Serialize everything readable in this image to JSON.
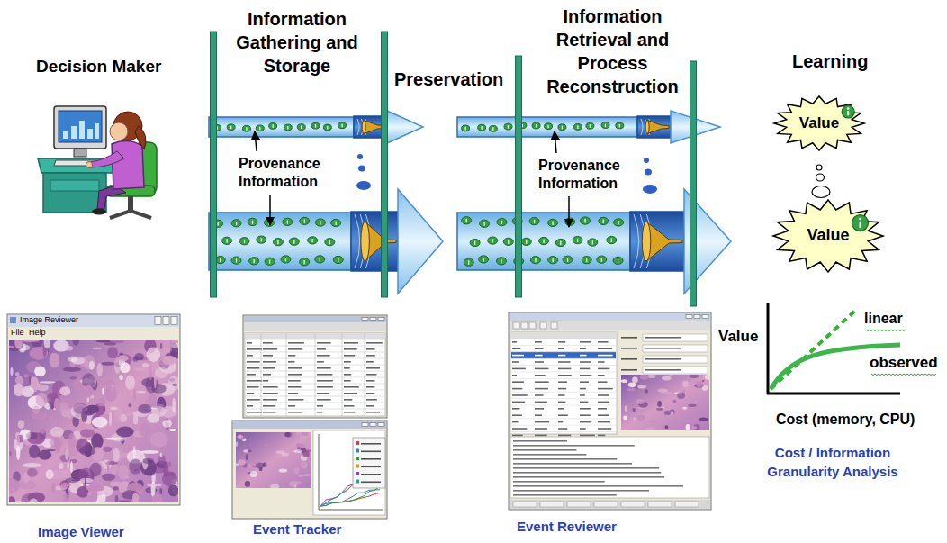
{
  "diagram": {
    "nodes": [
      {
        "text": [
          "Value"
        ]
      },
      {
        "text": [
          "Value"
        ]
      }
    ],
    "labels": [
      "Decision Maker",
      "Information Gathering and Storage",
      "Preservation",
      "Information Retrieval and Process Reconstruction",
      "Learning",
      "Provenance Information",
      "Provenance Information",
      "Value",
      "linear",
      "observed",
      "Cost (memory, CPU)",
      "Cost / Information Granularity Analysis",
      "Image Reviewer",
      "File",
      "Help",
      "Image Viewer",
      "Event Tracker",
      "Event Reviewer"
    ]
  }
}
